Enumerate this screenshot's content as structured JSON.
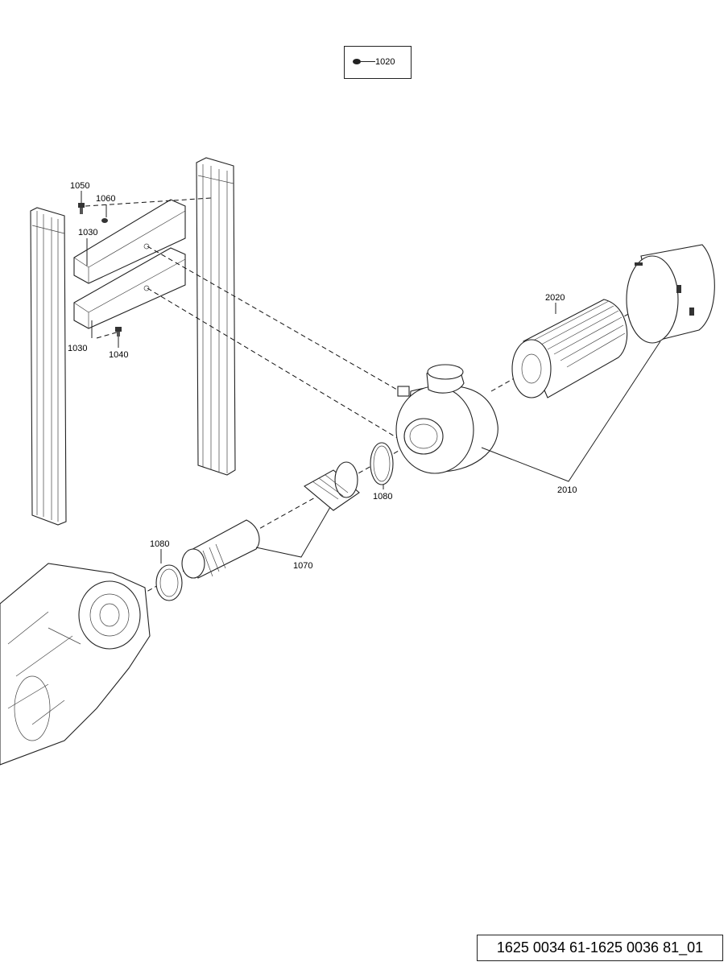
{
  "legend": {
    "part": "1020"
  },
  "callouts": {
    "c1050": "1050",
    "c1060": "1060",
    "c1030a": "1030",
    "c1030b": "1030",
    "c1040": "1040",
    "c2020": "2020",
    "c1080a": "1080",
    "c1080b": "1080",
    "c2010": "2010",
    "c1070": "1070"
  },
  "drawing_number": "1625 0034 61-1625 0036 81_01"
}
